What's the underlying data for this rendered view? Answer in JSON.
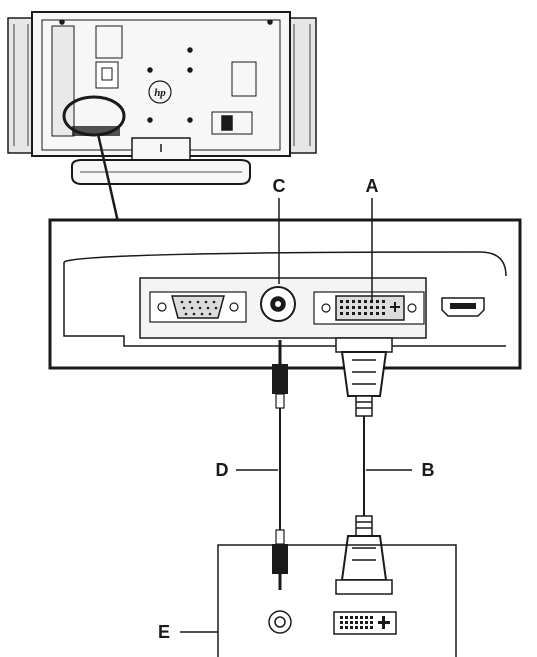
{
  "labels": {
    "a": "A",
    "b": "B",
    "c": "C",
    "d": "D",
    "e": "E"
  },
  "logo_text": "hp",
  "colors": {
    "line": "#1a1a1a",
    "panel_fill": "#f4f4f4",
    "port_fill": "#dcdcdc",
    "background": "#ffffff"
  }
}
